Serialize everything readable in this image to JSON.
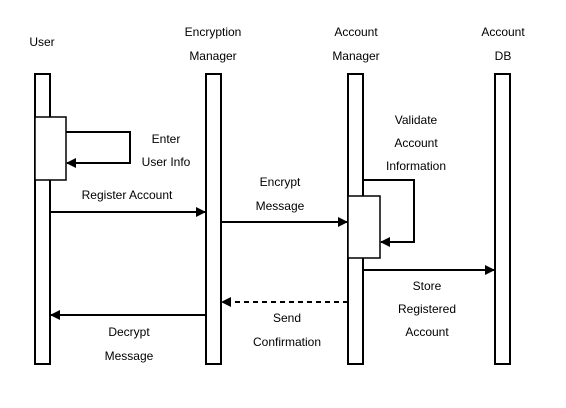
{
  "participants": [
    {
      "id": "user",
      "lines": [
        "User"
      ]
    },
    {
      "id": "encryption_manager",
      "lines": [
        "Encryption",
        "Manager"
      ]
    },
    {
      "id": "account_manager",
      "lines": [
        "Account",
        "Manager"
      ]
    },
    {
      "id": "account_db",
      "lines": [
        "Account",
        "DB"
      ]
    }
  ],
  "messages": [
    {
      "id": "enter_user_info",
      "from": "user",
      "to": "user",
      "style": "solid",
      "lines": [
        "Enter",
        "User Info"
      ]
    },
    {
      "id": "register_account",
      "from": "user",
      "to": "encryption_manager",
      "style": "solid",
      "lines": [
        "Register Account"
      ]
    },
    {
      "id": "encrypt_message",
      "from": "encryption_manager",
      "to": "account_manager",
      "style": "solid",
      "lines": [
        "Encrypt",
        "Message"
      ]
    },
    {
      "id": "validate_account_information",
      "from": "account_manager",
      "to": "account_manager",
      "style": "solid",
      "lines": [
        "Validate",
        "Account",
        "Information"
      ]
    },
    {
      "id": "store_registered_account",
      "from": "account_manager",
      "to": "account_db",
      "style": "solid",
      "lines": [
        "Store",
        "Registered",
        "Account"
      ]
    },
    {
      "id": "send_confirmation",
      "from": "account_manager",
      "to": "encryption_manager",
      "style": "dashed",
      "lines": [
        "Send",
        "Confirmation"
      ]
    },
    {
      "id": "decrypt_message",
      "from": "encryption_manager",
      "to": "user",
      "style": "solid",
      "lines": [
        "Decrypt",
        "Message"
      ]
    }
  ]
}
